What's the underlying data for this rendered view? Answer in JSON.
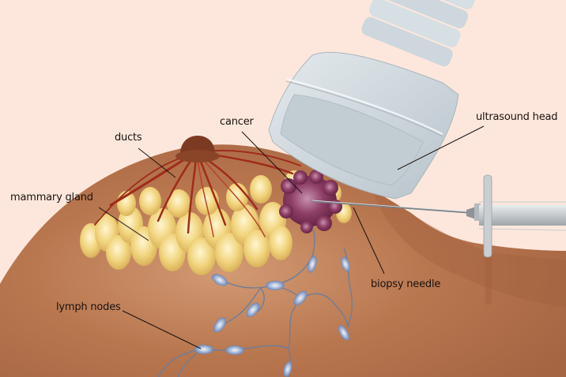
{
  "diagram": {
    "subject": "Ultrasound-guided breast biopsy",
    "colors": {
      "background": "#fde7dc",
      "skin": "#b9774f",
      "skin_dark": "#9e5f3c",
      "areola": "#8a4428",
      "gland": "#f0d27a",
      "duct": "#a8301c",
      "tumor": "#8a3a5e",
      "probe": "#cfd8dd",
      "lymph_node": "#9fb0cf",
      "needle": "#c9cdd0"
    },
    "labels": {
      "ducts": "ducts",
      "mammary_gland": "mammary gland",
      "cancer": "cancer",
      "ultrasound_head": "ultrasound head",
      "biopsy_needle": "biopsy needle",
      "lymph_nodes": "lymph nodes"
    }
  }
}
